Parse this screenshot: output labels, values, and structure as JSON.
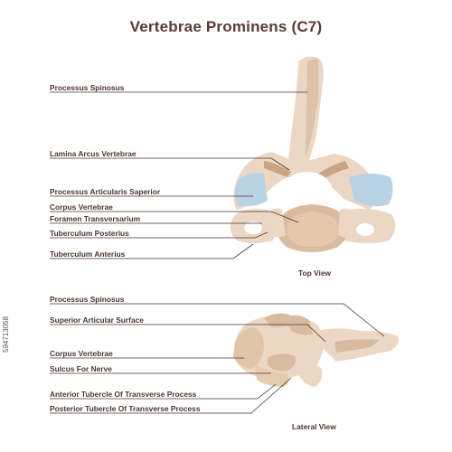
{
  "title": "Vertebrae Prominens (C7)",
  "colors": {
    "bone": "#ebd7c3",
    "bone_dark": "#d9bba1",
    "bone_shadow": "#c9a485",
    "cartilage": "#b9d2e4",
    "line": "#4a3533",
    "text": "#4a3533",
    "title": "#5a3a36"
  },
  "top_view": {
    "caption": "Top View",
    "labels": [
      "Processus Spinosus",
      "Lamina Arcus Vertebrae",
      "Processus Articularis Saperior",
      "Corpus Vertebrae",
      "Foramen Transversarium",
      "Tuberculum Posterius",
      "Tuberculum Anterius"
    ]
  },
  "lateral_view": {
    "caption": "Lateral View",
    "labels": [
      "Processus Spinosus",
      "Superior Articular Surface",
      "Corpus Vertebrae",
      "Sulcus For Nerve",
      "Anterior Tubercle Of Transverse Process",
      "Posterior Tubercle Of Transverse Process"
    ]
  },
  "watermark": "594713058"
}
